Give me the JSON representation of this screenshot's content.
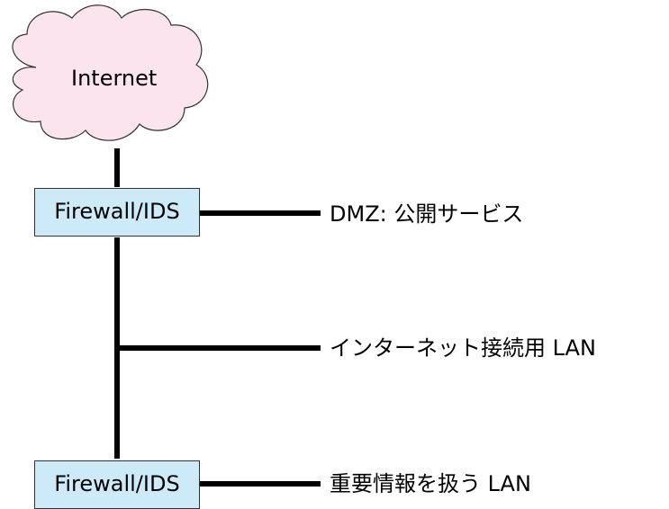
{
  "diagram": {
    "cloud_label": "Internet",
    "firewall_top": "Firewall/IDS",
    "firewall_bottom": "Firewall/IDS",
    "dmz_label": "DMZ: 公開サービス",
    "internet_lan_label": "インターネット接続用 LAN",
    "secure_lan_label": "重要情報を扱う LAN"
  },
  "colors": {
    "cloud_fill": "#fce4ef",
    "box_fill": "#cdeaf8",
    "line": "#000000"
  }
}
